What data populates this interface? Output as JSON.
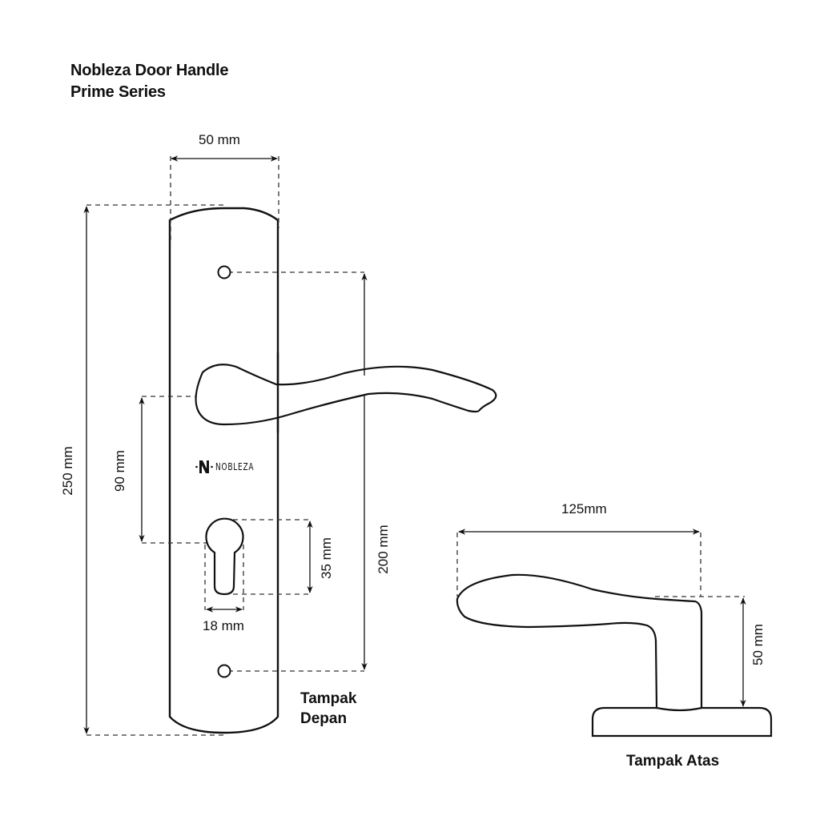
{
  "header": {
    "title_line1": "Nobleza Door Handle",
    "title_line2": "Prime Series"
  },
  "front_view": {
    "label_line1": "Tampak",
    "label_line2": "Depan",
    "logo_text": "NOBLEZA",
    "dimensions": {
      "plate_width": "50 mm",
      "plate_height": "250 mm",
      "screw_spacing": "200 mm",
      "handle_to_keyhole": "90 mm",
      "keyhole_height": "35 mm",
      "keyhole_width": "18 mm"
    }
  },
  "top_view": {
    "label": "Tampak Atas",
    "dimensions": {
      "handle_length": "125mm",
      "handle_projection": "50 mm"
    }
  },
  "colors": {
    "line": "#111111",
    "background": "#ffffff"
  }
}
